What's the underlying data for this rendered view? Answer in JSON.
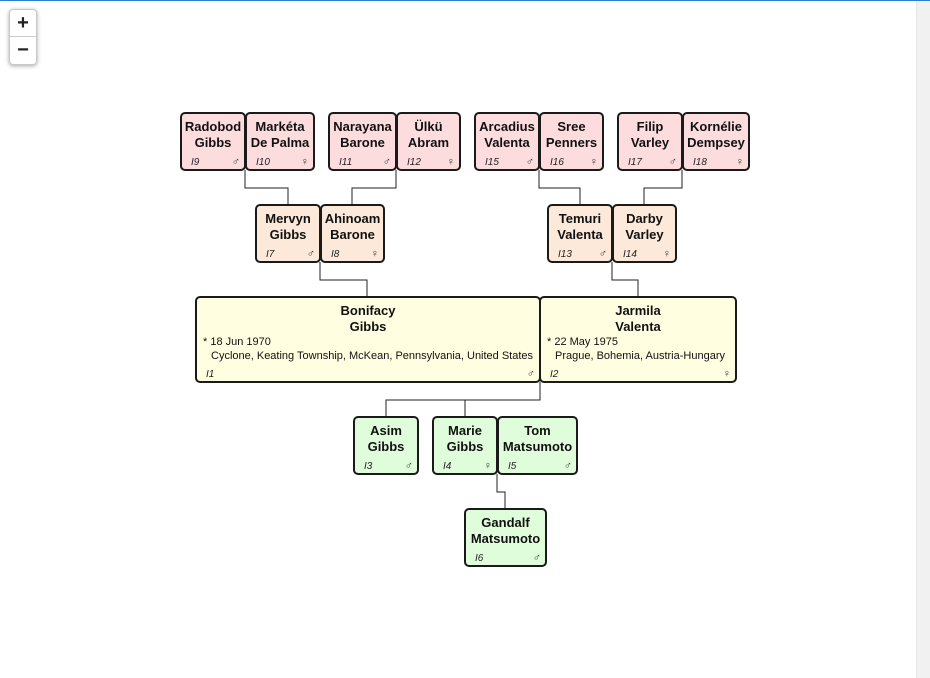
{
  "zoom": {
    "in_label": "+",
    "out_label": "−"
  },
  "people": {
    "i19": {
      "first": "Radobod",
      "last": "Gibbs",
      "id": "I9",
      "sex": "♂"
    },
    "i10": {
      "first": "Markéta",
      "last": "De Palma",
      "id": "I10",
      "sex": "♀"
    },
    "i11": {
      "first": "Narayana",
      "last": "Barone",
      "id": "I11",
      "sex": "♂"
    },
    "i12": {
      "first": "Ülkü",
      "last": "Abram",
      "id": "I12",
      "sex": "♀"
    },
    "i15": {
      "first": "Arcadius",
      "last": "Valenta",
      "id": "I15",
      "sex": "♂"
    },
    "i16": {
      "first": "Sree",
      "last": "Penners",
      "id": "I16",
      "sex": "♀"
    },
    "i17": {
      "first": "Filip",
      "last": "Varley",
      "id": "I17",
      "sex": "♂"
    },
    "i18": {
      "first": "Kornélie",
      "last": "Dempsey",
      "id": "I18",
      "sex": "♀"
    },
    "i7": {
      "first": "Mervyn",
      "last": "Gibbs",
      "id": "I7",
      "sex": "♂"
    },
    "i8": {
      "first": "Ahinoam",
      "last": "Barone",
      "id": "I8",
      "sex": "♀"
    },
    "i13": {
      "first": "Temuri",
      "last": "Valenta",
      "id": "I13",
      "sex": "♂"
    },
    "i14": {
      "first": "Darby",
      "last": "Varley",
      "id": "I14",
      "sex": "♀"
    },
    "i1": {
      "first": "Bonifacy",
      "last": "Gibbs",
      "id": "I1",
      "sex": "♂",
      "birth": "* 18 Jun 1970",
      "place": "Cyclone, Keating Township, McKean, Pennsylvania, United States"
    },
    "i2": {
      "first": "Jarmila",
      "last": "Valenta",
      "id": "I2",
      "sex": "♀",
      "birth": "* 22 May 1975",
      "place": "Prague, Bohemia, Austria-Hungary"
    },
    "i3": {
      "first": "Asim",
      "last": "Gibbs",
      "id": "I3",
      "sex": "♂"
    },
    "i4": {
      "first": "Marie",
      "last": "Gibbs",
      "id": "I4",
      "sex": "♀"
    },
    "i5": {
      "first": "Tom",
      "last": "Matsumoto",
      "id": "I5",
      "sex": "♂"
    },
    "i6": {
      "first": "Gandalf",
      "last": "Matsumoto",
      "id": "I6",
      "sex": "♂"
    }
  },
  "colors": {
    "great_grandparents": "#fcdcdc",
    "grandparents": "#fce9d9",
    "parents": "#fffee0",
    "children": "#e0fddb",
    "border": "#1a1a1a"
  }
}
